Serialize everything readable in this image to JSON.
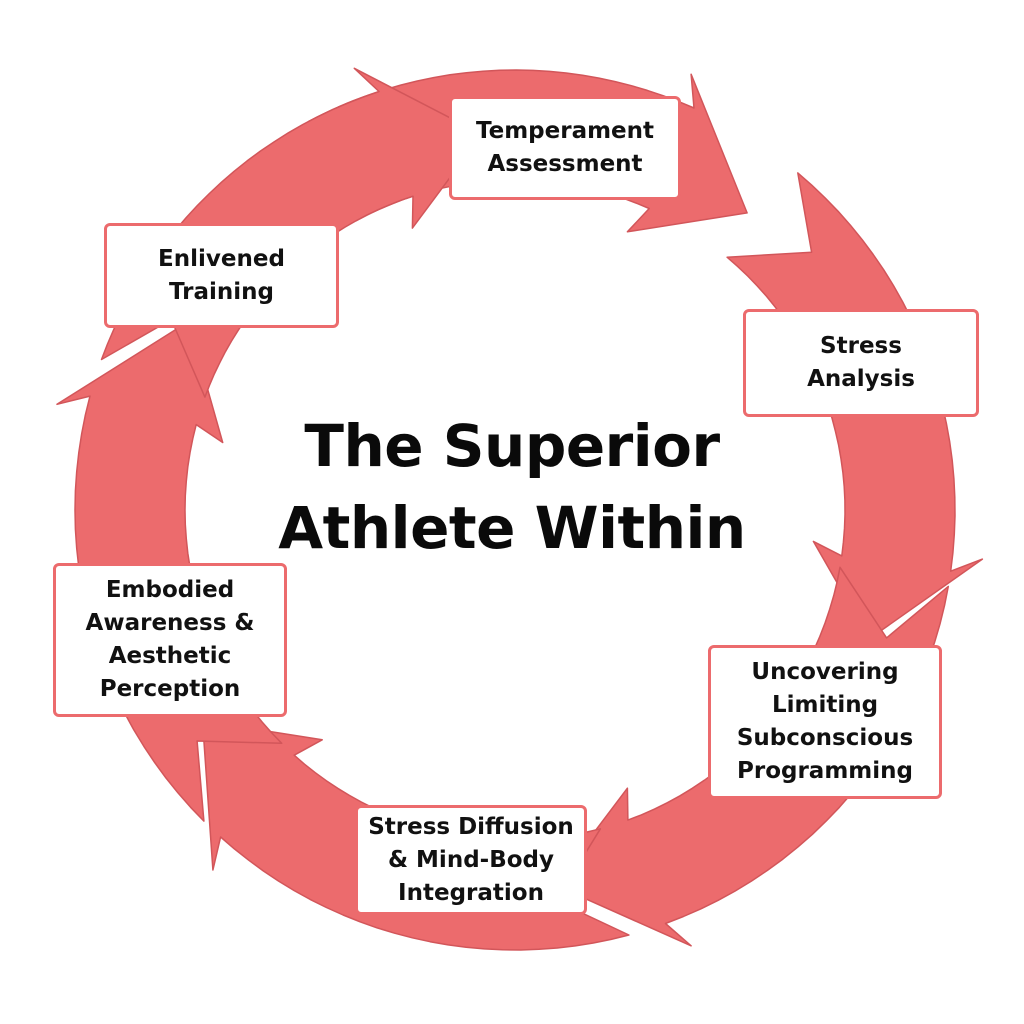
{
  "title": "The Superior\nAthlete Within",
  "steps": [
    {
      "label": "Temperament\nAssessment"
    },
    {
      "label": "Stress\nAnalysis"
    },
    {
      "label": "Uncovering\nLimiting\nSubconscious\nProgramming"
    },
    {
      "label": "Stress Diffusion\n& Mind-Body\nIntegration"
    },
    {
      "label": "Embodied\nAwareness &\nAesthetic\nPerception"
    },
    {
      "label": "Enlivened\nTraining"
    }
  ],
  "colors": {
    "arrow_fill": "#ec6b6d",
    "arrow_stroke": "#d2565a",
    "box_border": "#ec6b6d",
    "text": "#111111"
  }
}
